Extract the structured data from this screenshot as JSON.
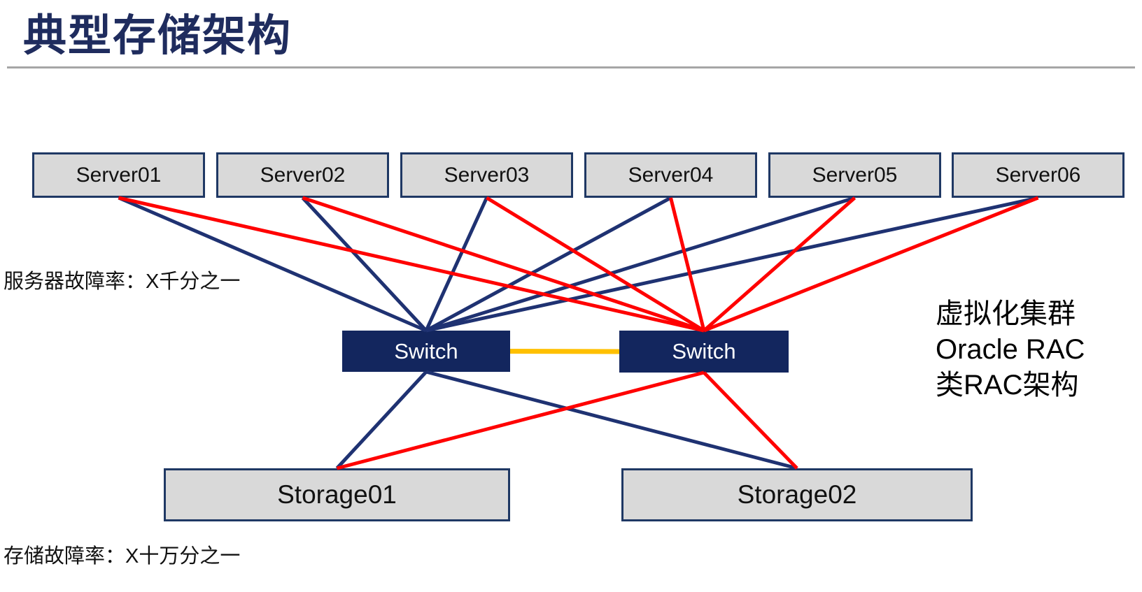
{
  "title": "典型存储架构",
  "annotations": {
    "server_failure_rate": "服务器故障率：X千分之一",
    "storage_failure_rate": "存储故障率：X十万分之一",
    "right_note_lines": [
      "虚拟化集群",
      "Oracle RAC",
      "类RAC架构"
    ]
  },
  "nodes": {
    "servers": [
      {
        "id": "server1",
        "label": "Server01"
      },
      {
        "id": "server2",
        "label": "Server02"
      },
      {
        "id": "server3",
        "label": "Server03"
      },
      {
        "id": "server4",
        "label": "Server04"
      },
      {
        "id": "server5",
        "label": "Server05"
      },
      {
        "id": "server6",
        "label": "Server06"
      }
    ],
    "switches": [
      {
        "id": "switchA",
        "label": "Switch"
      },
      {
        "id": "switchB",
        "label": "Switch"
      }
    ],
    "storages": [
      {
        "id": "storage1",
        "label": "Storage01"
      },
      {
        "id": "storage2",
        "label": "Storage02"
      }
    ]
  },
  "connections": [
    {
      "from": "server1",
      "to": "switchA",
      "color": "blue"
    },
    {
      "from": "server2",
      "to": "switchA",
      "color": "blue"
    },
    {
      "from": "server3",
      "to": "switchA",
      "color": "blue"
    },
    {
      "from": "server4",
      "to": "switchA",
      "color": "blue"
    },
    {
      "from": "server5",
      "to": "switchA",
      "color": "blue"
    },
    {
      "from": "server6",
      "to": "switchA",
      "color": "blue"
    },
    {
      "from": "server1",
      "to": "switchB",
      "color": "red"
    },
    {
      "from": "server2",
      "to": "switchB",
      "color": "red"
    },
    {
      "from": "server3",
      "to": "switchB",
      "color": "red"
    },
    {
      "from": "server4",
      "to": "switchB",
      "color": "red"
    },
    {
      "from": "server5",
      "to": "switchB",
      "color": "red"
    },
    {
      "from": "server6",
      "to": "switchB",
      "color": "red"
    },
    {
      "from": "switchA",
      "to": "storage1",
      "color": "blue"
    },
    {
      "from": "switchA",
      "to": "storage2",
      "color": "blue"
    },
    {
      "from": "switchB",
      "to": "storage1",
      "color": "red"
    },
    {
      "from": "switchB",
      "to": "storage2",
      "color": "red"
    },
    {
      "from": "switchA",
      "to": "switchB",
      "color": "yellow",
      "style": "inter-switch"
    }
  ],
  "colors": {
    "title": "#1F2C5E",
    "box_border": "#1F3864",
    "box_fill": "#D9D9D9",
    "switch_fill": "#13265E",
    "line_blue": "#1F3272",
    "line_red": "#FF0000",
    "line_yellow": "#FFC000",
    "divider": "#A6A6A6"
  }
}
